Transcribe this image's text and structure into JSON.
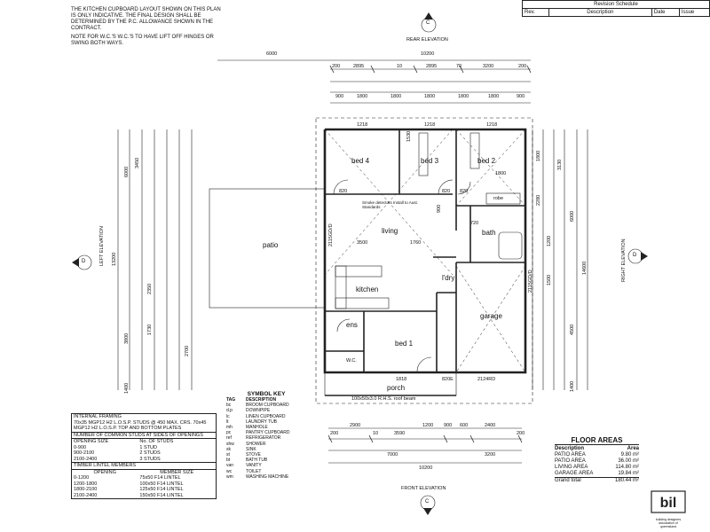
{
  "notes": {
    "kitchen_note": "THE KITCHEN CUPBOARD LAYOUT SHOWN ON THIS PLAN IS ONLY INDICATIVE. THE FINAL DESIGN SHALL BE DETERMINED BY THE P.C. ALLOWANCE SHOWN IN THE CONTRACT.",
    "wc_note": "NOTE FOR W.C.'s W.C.'s TO HAVE LIFT OFF HINGES OR SWING BOTH WAYS."
  },
  "revision_schedule": {
    "title": "Revision Schedule",
    "columns": [
      "Rev.",
      "Description",
      "Date",
      "Issue"
    ]
  },
  "elevations": {
    "rear": "REAR ELEVATION",
    "front": "FRONT ELEVATION",
    "left": "LEFT ELEVATION",
    "right": "RIGHT ELEVATION",
    "marker_rear": "C",
    "marker_front": "C",
    "marker_left": "D",
    "marker_right": "D"
  },
  "rooms": {
    "bed4": "bed 4",
    "bed3": "bed 3",
    "bed2": "bed 2",
    "living": "living",
    "bath": "bath",
    "patio": "patio",
    "kitchen": "kitchen",
    "ldry": "l'dry",
    "garage": "garage",
    "ens": "ens",
    "bed1": "bed 1",
    "porch": "porch",
    "wc": "W.C.",
    "robe": "robe"
  },
  "annotations": {
    "smoke": "Smoke detectors Install to Aust. Standards",
    "beam": "100x50x3.0 R.H.S. roof beam"
  },
  "dimensions": {
    "top_total": "10200",
    "top_left": "6000",
    "top_row": [
      "200",
      "2895",
      "10",
      "2895",
      "70",
      "3200",
      "200"
    ],
    "top_row3": [
      "900",
      "1800",
      "1800",
      "1800",
      "1800",
      "1800",
      "900"
    ],
    "inner_top": [
      "1218",
      "1218",
      "1218"
    ],
    "bottom_row": [
      "200",
      "2900",
      "10",
      "3590",
      "1200",
      "900",
      "600",
      "2400",
      "200"
    ],
    "bottom_total": "10200",
    "bottom_sub": [
      "7000",
      "3200"
    ],
    "left_total": "13200",
    "left_sub": [
      "6000",
      "3800",
      "1400"
    ],
    "left_row": [
      "3450",
      "2350",
      "1730",
      "2700"
    ],
    "right_total": "14600",
    "right_sub": [
      "6000",
      "4500",
      "1400"
    ],
    "right_row": [
      "1800",
      "2280",
      "1200",
      "1500",
      "3130"
    ],
    "misc": {
      "living_w": "3500",
      "living_s": "1760",
      "bed3_a": "1530",
      "bed2_w": "1800",
      "d820a": "820",
      "d820b": "820",
      "d820c": "820",
      "d720": "720",
      "d1818": "1818",
      "d820e": "820E",
      "d2124rd": "2124RD",
      "d2115": "2115GD/D",
      "d2115b": "2115GD/D",
      "d900": "900"
    }
  },
  "symbol_key": {
    "title": "SYMBOL KEY",
    "header": [
      "TAG",
      "DESCRIPTION"
    ],
    "items": [
      [
        "bc",
        "BROOM CUPBOARD"
      ],
      [
        "d.p",
        "DOWNPIPE"
      ],
      [
        "lc",
        "LINEN CUPBOARD"
      ],
      [
        "lt",
        "LAUNDRY TUB"
      ],
      [
        "mh",
        "MANHOLE"
      ],
      [
        "pc",
        "PANTRY CUPBOARD"
      ],
      [
        "ref",
        "REFRIGERATOR"
      ],
      [
        "shw",
        "SHOWER"
      ],
      [
        "sk",
        "SINK"
      ],
      [
        "st",
        "STOVE"
      ],
      [
        "bt",
        "BATH TUB"
      ],
      [
        "van",
        "VANITY"
      ],
      [
        "wc",
        "TOILET"
      ],
      [
        "wm",
        "WASHING MACHINE"
      ]
    ]
  },
  "framing": {
    "title": "INTERNAL FRAMING",
    "text": "70x35 MGP12 H2 L.O.S.P. STUDS @ 450 MAX. CRS. 70x45 MGP12 H2 L.O.S.P. TOP AND BOTTOM PLATES",
    "studs_title": "NUMBER OF COMMON STUDS AT SIDES OF OPENINGS",
    "studs_header": [
      "OPENING SIZE",
      "No. OF STUDS"
    ],
    "studs": [
      [
        "0-900",
        "1 STUD"
      ],
      [
        "900-2100",
        "2 STUDS"
      ],
      [
        "2100-2400",
        "3 STUDS"
      ]
    ],
    "lintel_title": "TIMBER LINTEL MEMBERS",
    "lintel_header": [
      "OPENING",
      "MEMBER SIZE"
    ],
    "lintels": [
      [
        "0-1200",
        "75x50 F14 LINTEL"
      ],
      [
        "1200-1800",
        "100x50 F14 LINTEL"
      ],
      [
        "1800-2100",
        "125x50 F14 LINTEL"
      ],
      [
        "2100-2400",
        "150x50 F14 LINTEL"
      ]
    ]
  },
  "floor_areas": {
    "title": "FLOOR AREAS",
    "header": [
      "Description",
      "Area"
    ],
    "rows": [
      [
        "PATIO AREA",
        "9.80 m²"
      ],
      [
        "PATIO AREA",
        "36.00 m²"
      ],
      [
        "LIVING AREA",
        "114.80 m²"
      ],
      [
        "GARAGE AREA",
        "19.84 m²"
      ]
    ],
    "total": [
      "Grand total",
      "180.44 m²"
    ]
  },
  "logo": {
    "mark": "bil",
    "caption": "building designers association of queensland"
  }
}
